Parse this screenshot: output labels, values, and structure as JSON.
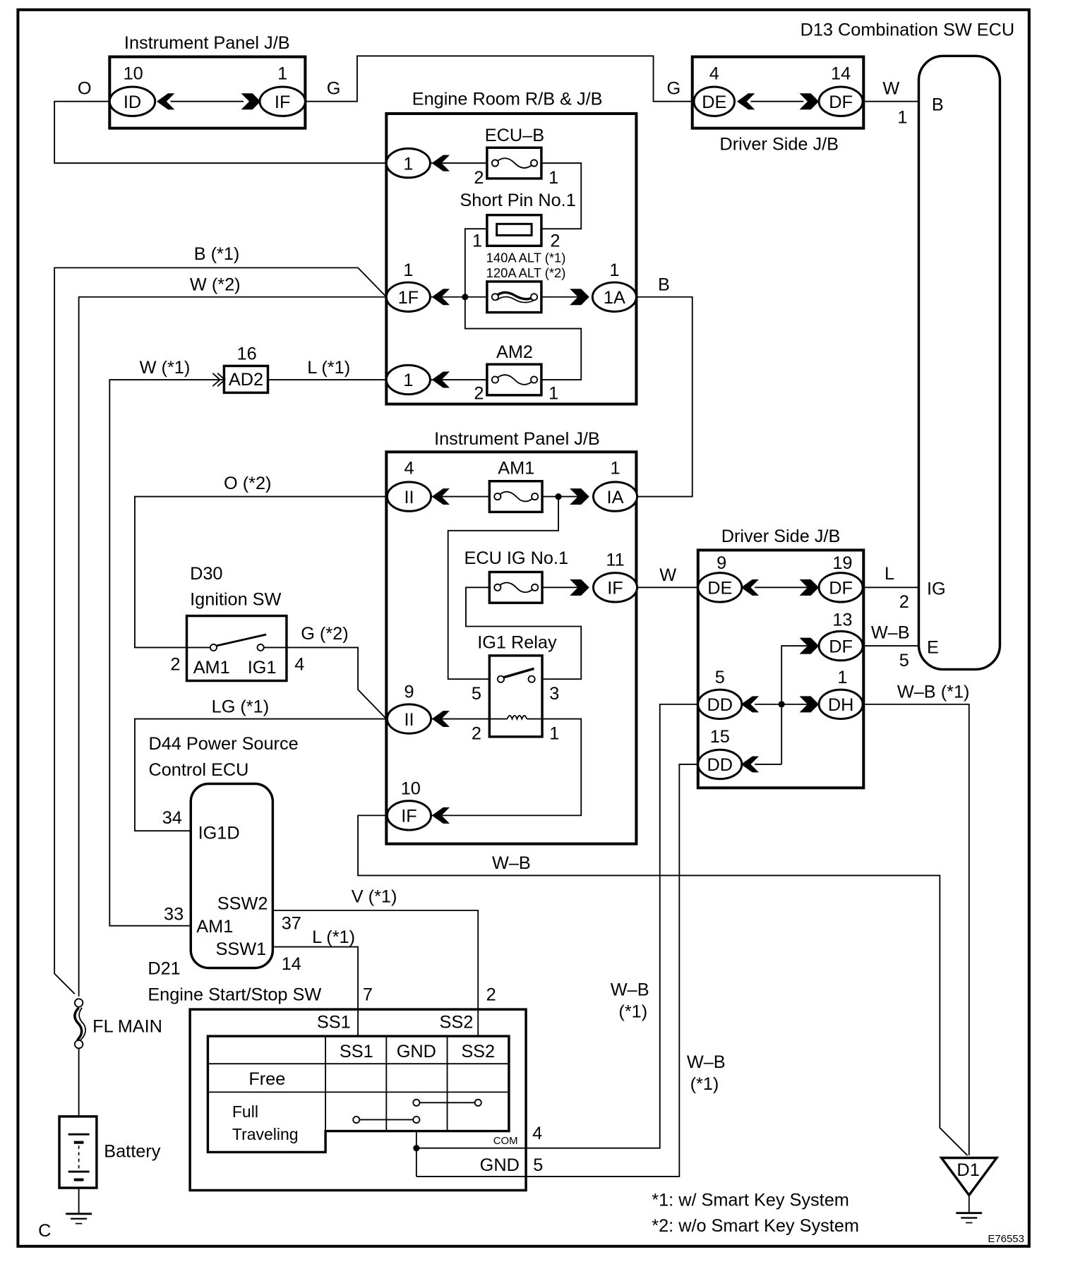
{
  "diagram": {
    "figure_id": "E76553",
    "corner_label": "C",
    "legend": {
      "note1": "*1: w/ Smart Key System",
      "note2": "*2: w/o Smart Key System"
    },
    "components": {
      "ipjb_top": {
        "title": "Instrument Panel J/B",
        "left_pin_no": "10",
        "left_pin": "ID",
        "right_pin_no": "1",
        "right_pin": "IF",
        "left_wire": "O",
        "right_wire": "G"
      },
      "dsjb_top": {
        "title": "Driver Side J/B",
        "left_pin_no": "4",
        "left_pin": "DE",
        "right_pin_no": "14",
        "right_pin": "DF",
        "left_wire": "G",
        "right_wire": "W"
      },
      "d13": {
        "title": "D13 Combination SW ECU",
        "pin_b_label": "B",
        "pin_b_no": "1",
        "pin_ig_label": "IG",
        "pin_ig_no": "2",
        "pin_e_label": "E",
        "pin_e_no": "5"
      },
      "errb": {
        "title": "Engine Room R/B & J/B",
        "ecu_b": {
          "label": "ECU–B",
          "pin_in": "1",
          "pin_out": "2"
        },
        "conn1_top": "1",
        "short_pin": {
          "label": "Short Pin No.1",
          "pin1": "1",
          "pin2": "2"
        },
        "alt_note1": "140A ALT (*1)",
        "alt_note2": "120A ALT (*2)",
        "conn_1f": {
          "no": "1",
          "label": "1F"
        },
        "conn_1a": {
          "no": "1",
          "label": "1A"
        },
        "am2": {
          "label": "AM2",
          "pin_a": "2",
          "pin_b": "1"
        },
        "conn1_bottom": "1",
        "wire_1a": "B"
      },
      "ad2": {
        "no": "16",
        "label": "AD2",
        "wire_in": "W (*1)",
        "wire_out": "L (*1)"
      },
      "wires_left": {
        "b1": "B (*1)",
        "w2": "W (*2)"
      },
      "ipjb_mid": {
        "title": "Instrument Panel J/B",
        "conn_ii_top": {
          "no": "4",
          "label": "II"
        },
        "am1": "AM1",
        "conn_ia": {
          "no": "1",
          "label": "IA"
        },
        "ecu_ig": "ECU IG No.1",
        "conn_if_mid": {
          "no": "11",
          "label": "IF"
        },
        "ig1_relay": {
          "label": "IG1 Relay",
          "p5": "5",
          "p3": "3",
          "p2": "2",
          "p1": "1"
        },
        "conn_ii_bot": {
          "no": "9",
          "label": "II"
        },
        "conn_if_bot": {
          "no": "10",
          "label": "IF"
        },
        "wire_o2": "O (*2)",
        "wire_w": "W",
        "wire_wb": "W–B"
      },
      "d30": {
        "id": "D30",
        "title": "Ignition SW",
        "pin_am1": "AM1",
        "pin_ig1": "IG1",
        "no_am1": "2",
        "no_ig1": "4",
        "wire": "G (*2)"
      },
      "d44": {
        "title1": "D44 Power Source",
        "title2": "Control ECU",
        "ig1d": "IG1D",
        "ig1d_no": "34",
        "am1": "AM1",
        "am1_no": "33",
        "ssw2": "SSW2",
        "ssw2_no": "37",
        "ssw1": "SSW1",
        "ssw1_no": "14",
        "wire_lg": "LG (*1)",
        "wire_v": "V (*1)",
        "wire_l": "L (*1)"
      },
      "dsjb_mid": {
        "title": "Driver Side J/B",
        "de": {
          "no": "9",
          "label": "DE"
        },
        "df19": {
          "no": "19",
          "label": "DF"
        },
        "df13": {
          "no": "13",
          "label": "DF"
        },
        "dd5": {
          "no": "5",
          "label": "DD"
        },
        "dh": {
          "no": "1",
          "label": "DH"
        },
        "dd15": {
          "no": "15",
          "label": "DD"
        },
        "wire_l": "L",
        "wire_wb": "W–B",
        "wire_wb1": "W–B (*1)"
      },
      "d21": {
        "id": "D21",
        "title": "Engine Start/Stop SW",
        "pin7": "7",
        "pin2": "2",
        "ss1": "SS1",
        "ss2": "SS2",
        "table_headers": [
          "SS1",
          "GND",
          "SS2"
        ],
        "row_free": "Free",
        "row_full1": "Full",
        "row_full2": "Traveling",
        "com": "COM",
        "com_no": "4",
        "gnd": "GND",
        "gnd_no": "5",
        "wire_wb_a": "W–B",
        "wire_wb_a2": "(*1)",
        "wire_wb_b": "W–B",
        "wire_wb_b2": "(*1)"
      },
      "fl_main": "FL MAIN",
      "battery": "Battery",
      "ground_d1": "D1"
    }
  }
}
